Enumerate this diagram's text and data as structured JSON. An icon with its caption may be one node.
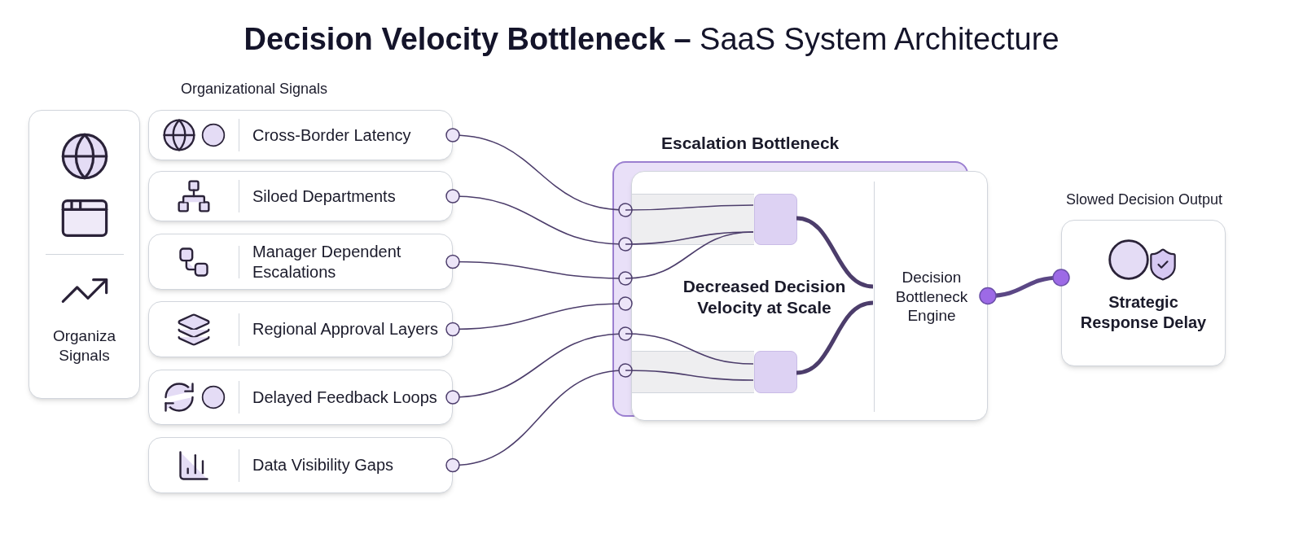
{
  "diagram": {
    "title": "**Decision Velocity Bottleneck –** SaaS System Architecture",
    "nodes": [
      {
        "text": [
          "Organiza Signals"
        ]
      },
      {
        "text": [
          "Cross-Border Latency"
        ]
      },
      {
        "text": [
          "Siloed Departments"
        ]
      },
      {
        "text": [
          "Manager Dependent Escalations"
        ]
      },
      {
        "text": [
          "Regional Approval Layers"
        ]
      },
      {
        "text": [
          "Delayed Feedback Loops"
        ]
      },
      {
        "text": [
          "Data Visibility Gaps"
        ]
      },
      {
        "text": [
          "Escalation Bottleneck"
        ]
      },
      {
        "text": [
          "Decreased Decision Velocity at Scale"
        ],
        "in": 7
      },
      {
        "text": [
          "Decision Bottleneck Engine"
        ],
        "in": 8
      },
      {
        "text": [
          "Slowed Decision Output",
          "Strategic Response Delay"
        ]
      },
      {
        "text": [],
        "shape": "box",
        "in": 8
      },
      {
        "text": [],
        "shape": "box",
        "in": 8
      }
    ],
    "edges": [
      {
        "from": 1,
        "to": 7,
        "arrow": "other"
      },
      {
        "from": 2,
        "to": 7,
        "arrow": "other"
      },
      {
        "from": 3,
        "to": 7,
        "arrow": "other"
      },
      {
        "from": 4,
        "to": 7,
        "arrow": "other"
      },
      {
        "from": 5,
        "to": 7,
        "arrow": "other"
      },
      {
        "from": 6,
        "to": 7,
        "arrow": "other"
      },
      {
        "from": 7,
        "to": 11,
        "arrow": "none"
      },
      {
        "from": 7,
        "to": 11,
        "arrow": "none"
      },
      {
        "from": 7,
        "to": 11,
        "arrow": "none"
      },
      {
        "from": 7,
        "to": 12,
        "arrow": "none"
      },
      {
        "from": 7,
        "to": 12,
        "arrow": "none"
      },
      {
        "from": 11,
        "to": 9,
        "arrow": "none",
        "style": "thick"
      },
      {
        "from": 12,
        "to": 9,
        "arrow": "none",
        "style": "thick"
      },
      {
        "from": 9,
        "to": 10,
        "arrow": "other",
        "style": "thick",
        "color": "#5b4785"
      }
    ],
    "labels": [
      "Organizational Signals"
    ]
  }
}
